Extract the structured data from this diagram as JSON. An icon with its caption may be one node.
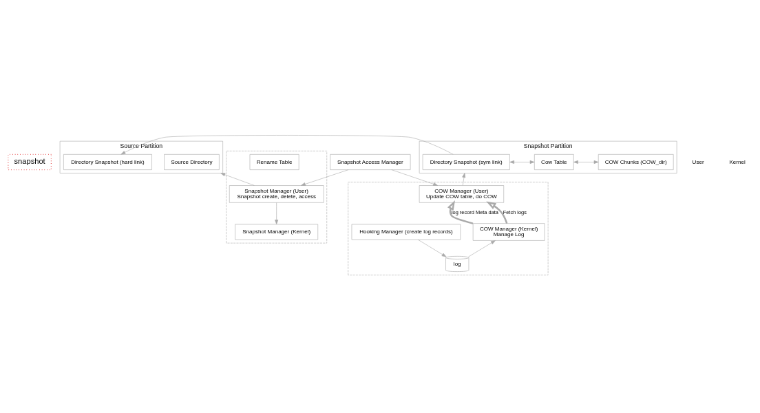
{
  "diagram": {
    "nodes": [
      {
        "text": [
          "snapshot"
        ]
      },
      {
        "text": [
          "Source Partition"
        ]
      },
      {
        "text": [
          "Source Directory"
        ],
        "in": 1
      },
      {
        "text": [
          "Directory Snapshot (hard link)"
        ],
        "in": 1
      },
      {
        "text": [
          "Snapshot Partition"
        ]
      },
      {
        "text": [
          "Directory Snapshot (sym link)"
        ],
        "in": 4
      },
      {
        "text": [
          "Cow Table"
        ],
        "in": 4
      },
      {
        "text": [
          "COW Chunks (COW_dir)"
        ],
        "in": 4
      },
      {
        "text": [
          "Snapshot Access Manager"
        ]
      },
      {
        "text": [],
        "shape": "box"
      },
      {
        "text": [
          "Snapshot Manager (User)",
          "Snapshot create, delete, access"
        ],
        "in": 9
      },
      {
        "text": [
          "Snapshot Manager (Kernel)"
        ],
        "in": 9
      },
      {
        "text": [
          "Rename Table"
        ],
        "in": 9
      },
      {
        "text": [],
        "shape": "box"
      },
      {
        "text": [
          "COW Manager (User)",
          "Update COW table, do COW"
        ],
        "in": 13
      },
      {
        "text": [
          "COW Manager (Kernel)",
          "Manage Log"
        ],
        "in": 13
      },
      {
        "text": [
          "Hooking Manager (create log records)"
        ],
        "in": 13
      },
      {
        "text": [
          "log"
        ],
        "in": 13
      }
    ],
    "edges": [
      {
        "from": 5,
        "to": 3,
        "arrow": "to"
      },
      {
        "from": 5,
        "to": 6,
        "arrow": "both"
      },
      {
        "from": 6,
        "to": 7,
        "arrow": "both"
      },
      {
        "from": 8,
        "to": 10,
        "arrow": "to"
      },
      {
        "from": 8,
        "to": 14,
        "arrow": "to"
      },
      {
        "from": 10,
        "to": 1,
        "arrow": "to"
      },
      {
        "from": 14,
        "to": 4,
        "arrow": "to"
      },
      {
        "from": 10,
        "to": 11,
        "arrow": "to"
      },
      {
        "from": 15,
        "to": 14,
        "arrow": "to",
        "label": "log record Meta data",
        "style": "thick"
      },
      {
        "from": 15,
        "to": 14,
        "arrow": "to",
        "label": "Fetch logs",
        "style": "thick"
      },
      {
        "from": 17,
        "to": 15,
        "arrow": "to"
      },
      {
        "from": 16,
        "to": 17,
        "arrow": "to"
      }
    ],
    "labels": [
      "User",
      "Kernel"
    ]
  }
}
